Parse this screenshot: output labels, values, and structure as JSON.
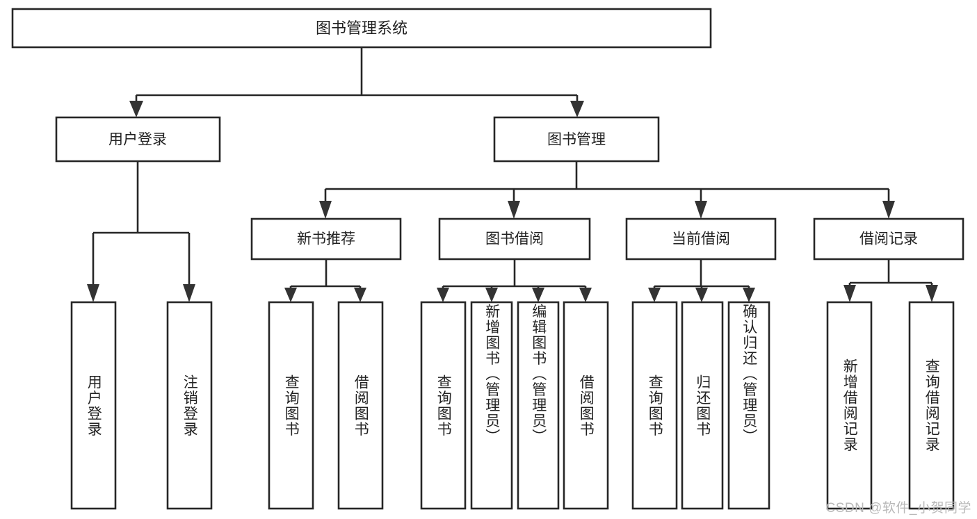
{
  "diagram": {
    "title": "图书管理系统",
    "type": "tree",
    "style": {
      "box_fill": "#ffffff",
      "box_stroke": "#262626",
      "line_color": "#262626",
      "arrow_color": "#333333",
      "text_color": "#222222",
      "background": "#ffffff",
      "watermark_color": "#b9b9b9"
    },
    "root": {
      "label": "图书管理系统"
    },
    "level2": [
      {
        "label": "用户登录"
      },
      {
        "label": "图书管理"
      }
    ],
    "level3": [
      {
        "label": "新书推荐"
      },
      {
        "label": "图书借阅"
      },
      {
        "label": "当前借阅"
      },
      {
        "label": "借阅记录"
      }
    ],
    "leaves_user_login": [
      {
        "label": "用户登录"
      },
      {
        "label": "注销登录"
      }
    ],
    "leaves_new_book": [
      {
        "label": "查询图书"
      },
      {
        "label": "借阅图书"
      }
    ],
    "leaves_borrow": [
      {
        "label": "查询图书"
      },
      {
        "label": "新增图书（管理员）"
      },
      {
        "label": "编辑图书（管理员）"
      },
      {
        "label": "借阅图书"
      }
    ],
    "leaves_current": [
      {
        "label": "查询图书"
      },
      {
        "label": "归还图书"
      },
      {
        "label": "确认归还（管理员）"
      }
    ],
    "leaves_record": [
      {
        "label": "新增借阅记录"
      },
      {
        "label": "查询借阅记录"
      }
    ]
  },
  "watermark": {
    "text": "CSDN @软件_小贺同学"
  }
}
